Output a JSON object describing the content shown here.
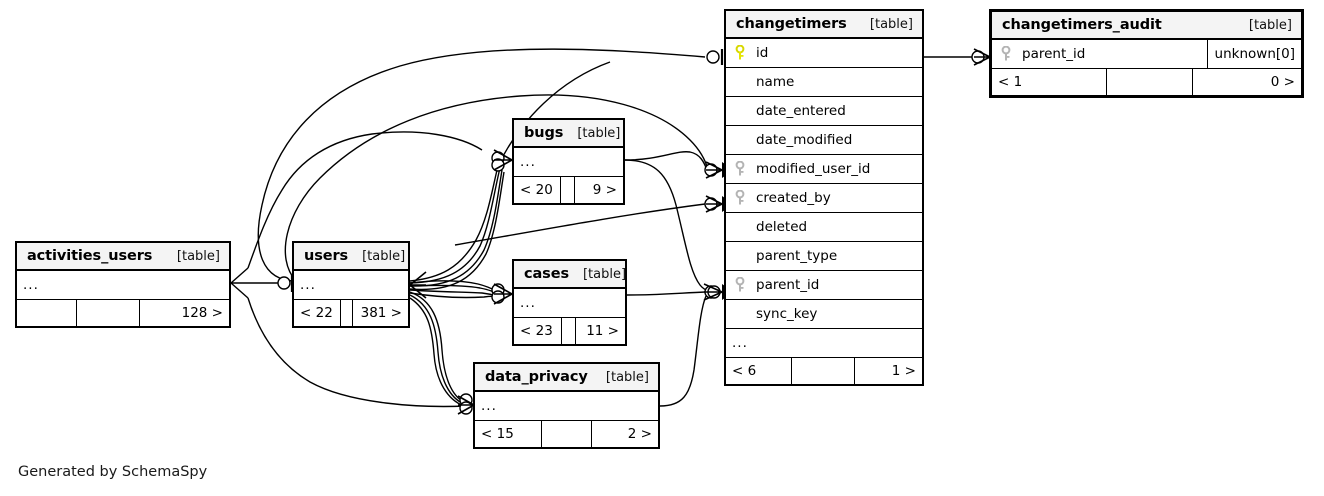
{
  "diagram": {
    "kind_label": "[table]",
    "ellipsis": "...",
    "credit": "Generated by SchemaSpy",
    "colors": {
      "primary_key": "#e8e800",
      "foreign_key": "#b0b0b0",
      "header_fill": "#f4f4f4",
      "border": "#000000",
      "background": "#ffffff"
    }
  },
  "tables": {
    "changetimers": {
      "name": "changetimers",
      "kind": "[table]",
      "columns": [
        {
          "name": "id",
          "key": "primary"
        },
        {
          "name": "name",
          "key": "none"
        },
        {
          "name": "date_entered",
          "key": "none"
        },
        {
          "name": "date_modified",
          "key": "none"
        },
        {
          "name": "modified_user_id",
          "key": "foreign"
        },
        {
          "name": "created_by",
          "key": "foreign"
        },
        {
          "name": "deleted",
          "key": "none"
        },
        {
          "name": "parent_type",
          "key": "none"
        },
        {
          "name": "parent_id",
          "key": "foreign"
        },
        {
          "name": "sync_key",
          "key": "none"
        }
      ],
      "more": "...",
      "footer": {
        "left": "< 6",
        "mid": "",
        "right": "1 >"
      }
    },
    "changetimers_audit": {
      "name": "changetimers_audit",
      "kind": "[table]",
      "columns": [
        {
          "name": "parent_id",
          "key": "foreign",
          "type": "unknown[0]"
        }
      ],
      "footer": {
        "left": "< 1",
        "mid": "",
        "right": "0 >"
      }
    },
    "activities_users": {
      "name": "activities_users",
      "kind": "[table]",
      "more": "...",
      "footer": {
        "left": "",
        "mid": "",
        "right": "128 >"
      }
    },
    "users": {
      "name": "users",
      "kind": "[table]",
      "more": "...",
      "footer": {
        "left": "< 22",
        "mid": "",
        "right": "381 >"
      }
    },
    "bugs": {
      "name": "bugs",
      "kind": "[table]",
      "more": "...",
      "footer": {
        "left": "< 20",
        "mid": "",
        "right": "9 >"
      }
    },
    "cases": {
      "name": "cases",
      "kind": "[table]",
      "more": "...",
      "footer": {
        "left": "< 23",
        "mid": "",
        "right": "11 >"
      }
    },
    "data_privacy": {
      "name": "data_privacy",
      "kind": "[table]",
      "more": "...",
      "footer": {
        "left": "< 15",
        "mid": "",
        "right": "2 >"
      }
    }
  }
}
